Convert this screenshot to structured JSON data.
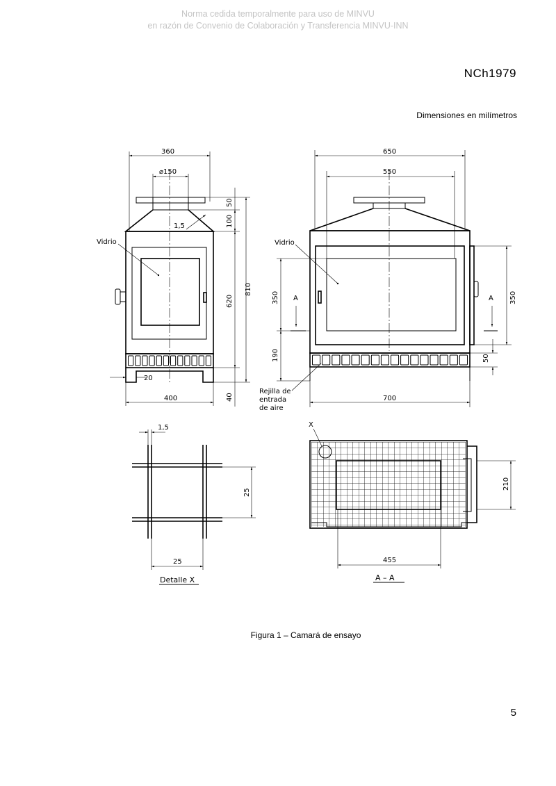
{
  "watermark": {
    "line1": "Norma cedida temporalmente para uso de MINVU",
    "line2": "en razón de Convenio de Colaboración y Transferencia MINVU-INN"
  },
  "header": {
    "standard_code": "NCh1979"
  },
  "units_note": "Dimensiones en milímetros",
  "figure": {
    "caption": "Figura 1 – Camará de ensayo",
    "side_view": {
      "dim_width_top": "360",
      "dim_diameter": "⌀150",
      "dim_thickness": "1,5",
      "dim_50": "50",
      "dim_100": "100",
      "dim_620": "620",
      "dim_810": "810",
      "dim_20": "20",
      "dim_40": "40",
      "dim_width_bottom": "400",
      "label_glass": "Vidrio"
    },
    "front_view": {
      "dim_width_top": "650",
      "dim_550": "550",
      "label_glass": "Vidrio",
      "dim_350_left": "350",
      "dim_350_right": "350",
      "dim_190": "190",
      "dim_50": "50",
      "section_mark_left": "A",
      "section_mark_right": "A",
      "dim_width_bottom": "700",
      "label_grid_line1": "Rejilla de",
      "label_grid_line2": "entrada",
      "label_grid_line3": "de aire"
    },
    "detail_x": {
      "dim_15": "1,5",
      "dim_25_vertical": "25",
      "dim_25_horizontal": "25",
      "title": "Detalle  X"
    },
    "section_aa": {
      "mark_x": "X",
      "dim_210": "210",
      "dim_455": "455",
      "title": "A – A"
    }
  }
}
